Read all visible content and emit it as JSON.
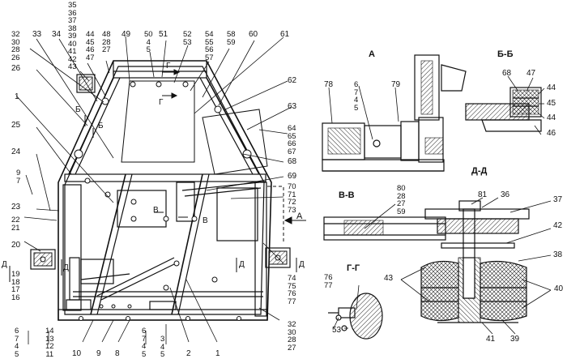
{
  "section_titles": {
    "a": "А",
    "bb": "Б-Б",
    "vv": "В-В",
    "gg": "Г-Г",
    "dd": "Д-Д"
  },
  "view_markers": {
    "a_arrow": "А",
    "b_upper": "Б",
    "b_lower": "Б",
    "v_upper": "В",
    "v_lower": "В",
    "g_upper": "Г",
    "g_lower": "Г",
    "d_left": "Д",
    "d_mid_left": "Д",
    "d_mid_right": "Д",
    "d_right": "Д"
  },
  "callouts": {
    "top_stack": "35\n36\n37\n38\n39\n40\n41\n42\n43",
    "s32_26": "32\n30\n28\n26",
    "n33": "33",
    "n34": "34",
    "s44_47": "44\n45\n46\n47",
    "s48_27": "48\n28\n27",
    "n49": "49",
    "s50_5": "50\n4\n5",
    "n51": "51",
    "s52_53": "52\n53",
    "s54_57": "54\n55\n56\n57",
    "s58_59": "58\n59",
    "n60": "60",
    "n61": "61",
    "n26": "26",
    "n62": "62",
    "n63": "63",
    "s64_68": "64\n65\n66\n67",
    "n68": "68",
    "n1_top": "1",
    "n25": "25",
    "n24": "24",
    "s9_7": "9\n7",
    "n23": "23",
    "s22_21": "22\n21",
    "n20": "20",
    "s19_16": "19\n18\n17\n16",
    "n69": "69",
    "s70_73": "70\n71\n72\n73",
    "s74_77": "74\n75\n76\n77",
    "s6_5": "6\n7\n4\n5",
    "s14_11": "14\n13\n12\n11",
    "n10": "10",
    "n9": "9",
    "n8": "8",
    "s6_5b": "6\n7\n4\n5",
    "s3_5": "3\n4\n5",
    "n2": "2",
    "n1_bot": "1",
    "s32_27": "32\n30\n28\n27",
    "a_78": "78",
    "a_6_5": "6\n7\n4\n5",
    "a_79": "79",
    "bb_68": "68",
    "bb_47": "47",
    "bb_44a": "44",
    "bb_45": "45",
    "bb_44b": "44",
    "bb_46": "46",
    "vv_stack": "80\n28\n27\n59",
    "gg_stack": "76\n77",
    "gg_53": "53",
    "dd_81": "81",
    "dd_36": "36",
    "dd_37": "37",
    "dd_42": "42",
    "dd_38": "38",
    "dd_43": "43",
    "dd_40": "40",
    "dd_41": "41",
    "dd_39": "39"
  }
}
